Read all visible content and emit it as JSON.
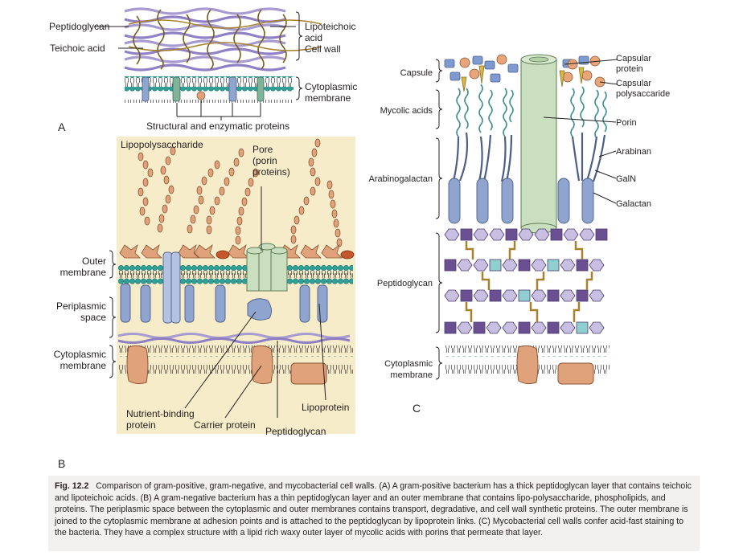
{
  "panelA": {
    "letter": "A",
    "peptidoglycan": "Peptidoglycan",
    "teichoic_acid": "Teichoic acid",
    "lipoteichoic_1": "Lipoteichoic",
    "lipoteichoic_2": "acid",
    "cell_wall": "Cell wall",
    "cytoplasmic_1": "Cytoplasmic",
    "cytoplasmic_2": "membrane",
    "structural": "Structural and enzymatic proteins"
  },
  "panelB": {
    "letter": "B",
    "lps": "Lipopolysaccharide",
    "pore_1": "Pore",
    "pore_2": "(porin",
    "pore_3": "proteins)",
    "outer_1": "Outer",
    "outer_2": "membrane",
    "peri_1": "Periplasmic",
    "peri_2": "space",
    "cyto_1": "Cytoplasmic",
    "cyto_2": "membrane",
    "nutrient_1": "Nutrient-binding",
    "nutrient_2": "protein",
    "carrier": "Carrier protein",
    "peptidoglycan": "Peptidoglycan",
    "lipoprotein": "Lipoprotein"
  },
  "panelC": {
    "letter": "C",
    "capsule": "Capsule",
    "capsular_protein_1": "Capsular",
    "capsular_protein_2": "protein",
    "capsular_poly_1": "Capsular",
    "capsular_poly_2": "polysaccaride",
    "mycolic": "Mycolic acids",
    "porin": "Porin",
    "arabinogalactan": "Arabinogalactan",
    "arabinan": "Arabinan",
    "galn": "GalN",
    "galactan": "Galactan",
    "peptidoglycan": "Peptidoglycan",
    "cyto_1": "Cytoplasmic",
    "cyto_2": "membrane"
  },
  "caption": {
    "fig_label": "Fig. 12.2",
    "text": "Comparison of gram-positive, gram-negative, and mycobacterial cell walls. (A) A gram-positive bacterium has a thick peptidoglycan layer that contains teichoic and lipoteichoic acids. (B) A gram-negative bacterium has a thin peptidoglycan layer and an outer membrane that contains lipo-polysaccharide, phospholipids, and proteins. The periplasmic space between the cytoplasmic and outer membranes contains transport, degradative, and cell wall synthetic proteins. The outer membrane is joined to the cytoplasmic membrane at adhesion points and is attached to the peptidoglycan by lipoprotein links. (C) Mycobacterial cell walls confer acid-fast staining to the bacteria. They have a complex structure with a lipid rich waxy outer layer of mycolic acids with porins that permeate that layer."
  },
  "colors": {
    "background_tan": "#f7ecc9",
    "phospholipid_head": "#2aa39a",
    "protein_blue": "#8fa5cf",
    "protein_tan": "#e0a27a",
    "porin_green": "#c9dfbf",
    "peptidoglycan_purple": "#a79ad1",
    "dark_purple": "#6b4f93"
  }
}
